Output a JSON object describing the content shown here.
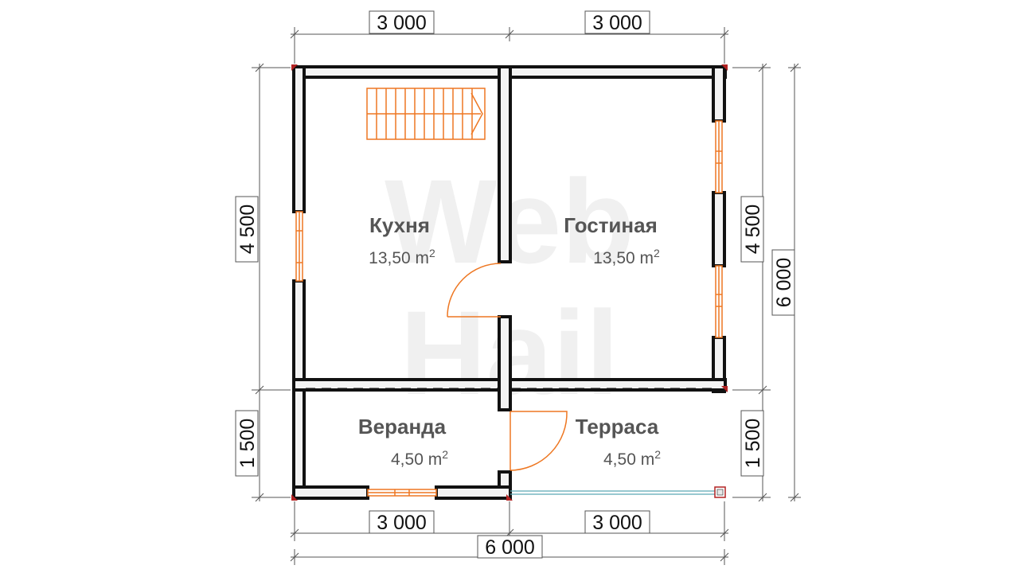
{
  "plan": {
    "watermark": [
      "Web",
      "Hail"
    ],
    "rooms": [
      {
        "name": "Кухня",
        "area": "13,50 m",
        "area_unit_power": "2"
      },
      {
        "name": "Гостиная",
        "area": "13,50 m",
        "area_unit_power": "2"
      },
      {
        "name": "Веранда",
        "area": "4,50 m",
        "area_unit_power": "2"
      },
      {
        "name": "Терраса",
        "area": "4,50 m",
        "area_unit_power": "2"
      }
    ],
    "dimensions": {
      "top_left": "3 000",
      "top_right": "3 000",
      "bottom_left": "3 000",
      "bottom_right": "3 000",
      "bottom_total": "6 000",
      "left_upper": "4 500",
      "left_lower": "1 500",
      "right_upper": "4 500",
      "right_lower": "1 500",
      "right_total": "6 000"
    },
    "colors": {
      "wall": "#111111",
      "wall_fill": "#f3f3f3",
      "accent": "#ee7722",
      "corner": "#b22222",
      "railing": "#5aa7b3",
      "dimension_line": "#555555"
    }
  }
}
